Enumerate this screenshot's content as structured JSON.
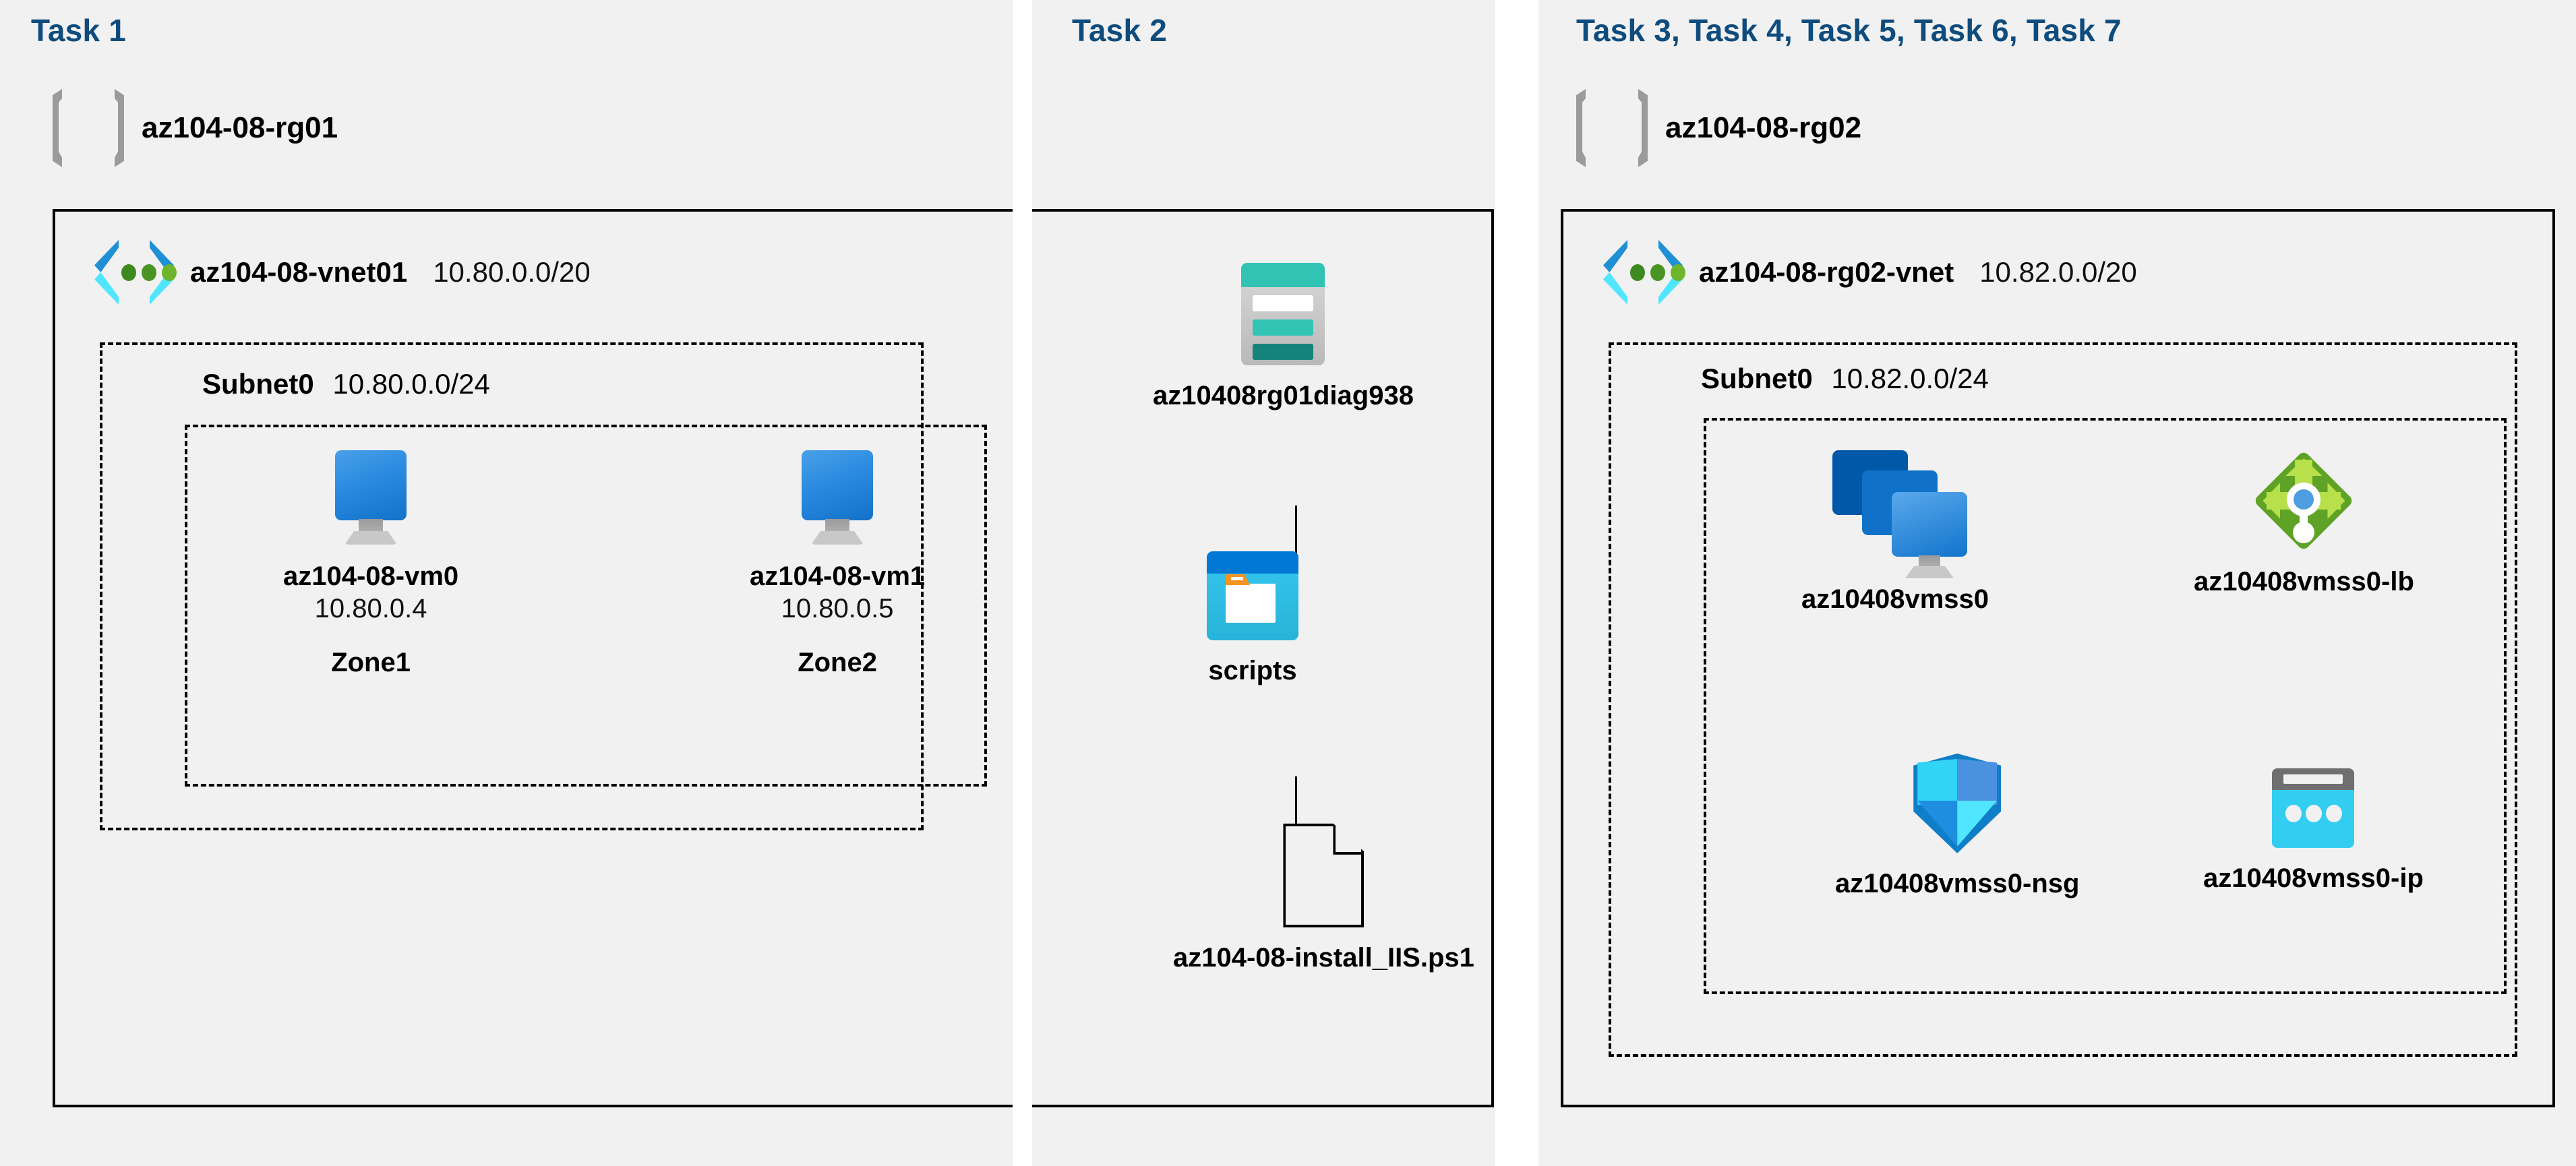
{
  "sections": [
    {
      "id": "task1",
      "label": "Task 1"
    },
    {
      "id": "task2",
      "label": "Task 2"
    },
    {
      "id": "task3",
      "label": "Task 3, Task 4, Task 5, Task 6, Task 7"
    }
  ],
  "resource_groups": [
    {
      "name": "az104-08-rg01",
      "icon": "resource-group-icon"
    },
    {
      "name": "az104-08-rg02",
      "icon": "resource-group-icon"
    }
  ],
  "vnets": [
    {
      "name": "az104-08-vnet01",
      "cidr": "10.80.0.0/20",
      "icon": "virtual-network-icon"
    },
    {
      "name": "az104-08-rg02-vnet",
      "cidr": "10.82.0.0/20",
      "icon": "virtual-network-icon"
    }
  ],
  "subnets": [
    {
      "name": "Subnet0",
      "cidr": "10.80.0.0/24"
    },
    {
      "name": "Subnet0",
      "cidr": "10.82.0.0/24"
    }
  ],
  "vms": [
    {
      "name": "az104-08-vm0",
      "ip": "10.80.0.4",
      "zone": "Zone1",
      "icon": "virtual-machine-icon"
    },
    {
      "name": "az104-08-vm1",
      "ip": "10.80.0.5",
      "zone": "Zone2",
      "icon": "virtual-machine-icon"
    }
  ],
  "storage": {
    "account": {
      "name": "az10408rg01diag938",
      "icon": "storage-account-icon"
    },
    "container": {
      "name": "scripts",
      "icon": "blob-container-icon"
    },
    "file": {
      "name": "az104-08-install_IIS.ps1",
      "icon": "script-file-icon"
    }
  },
  "scale_set_resources": [
    {
      "name": "az10408vmss0",
      "icon": "vm-scale-set-icon"
    },
    {
      "name": "az10408vmss0-lb",
      "icon": "load-balancer-icon"
    },
    {
      "name": "az10408vmss0-nsg",
      "icon": "network-security-group-icon"
    },
    {
      "name": "az10408vmss0-ip",
      "icon": "public-ip-address-icon"
    }
  ],
  "colors": {
    "panel_background": "#f1f1f1",
    "task_label": "#0f4c7e",
    "azure_blue": "#0078d4",
    "azure_cyan": "#50e6ff",
    "storage_teal": "#31c4b4",
    "lb_green": "#5ea226",
    "nsg_blue": "#0f7ec8"
  }
}
